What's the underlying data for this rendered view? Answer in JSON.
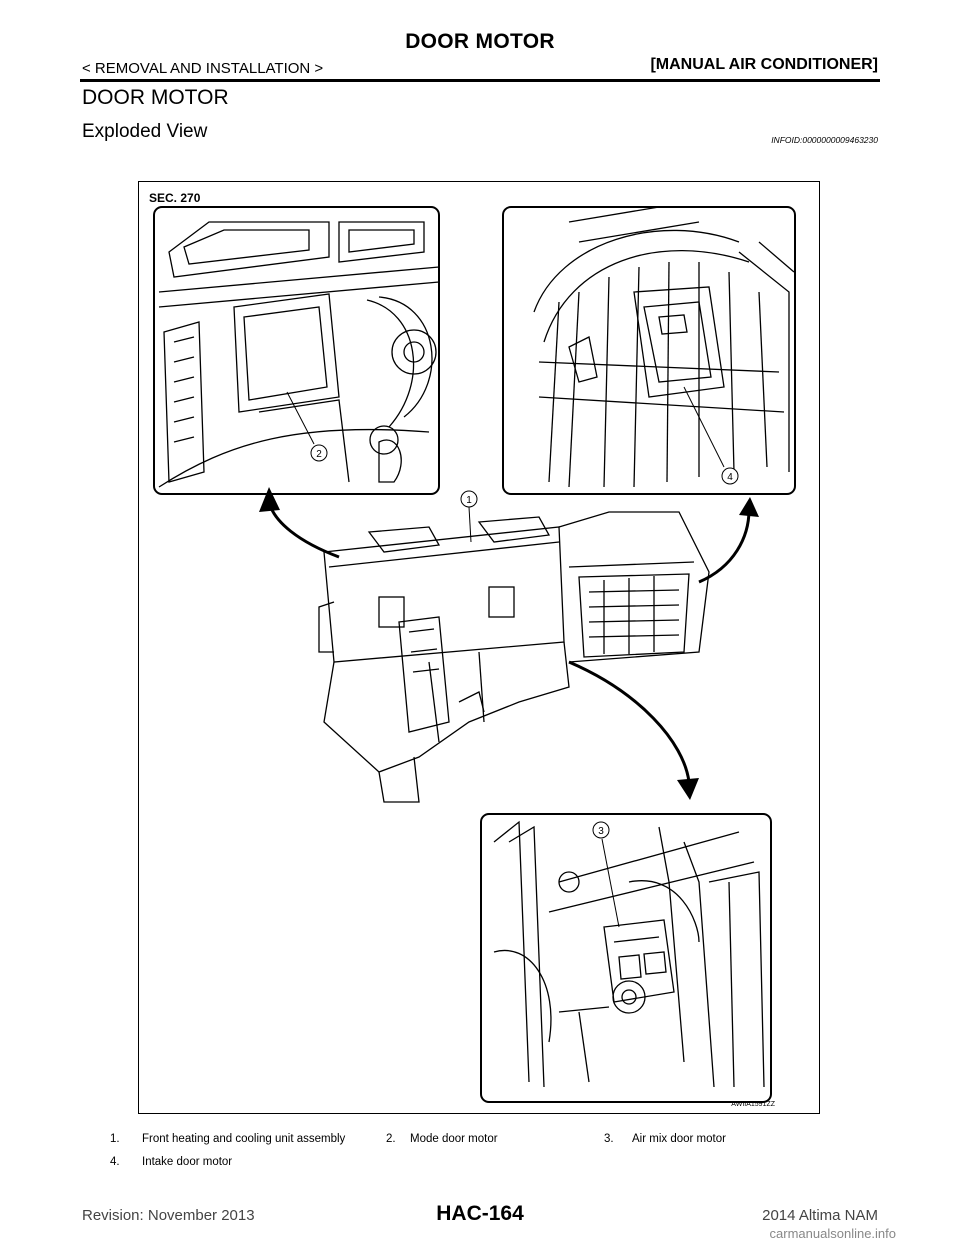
{
  "header": {
    "title": "DOOR MOTOR",
    "section": "< REMOVAL AND INSTALLATION >",
    "system": "[MANUAL AIR CONDITIONER]"
  },
  "section_title": "DOOR MOTOR",
  "subsection": {
    "title": "Exploded View",
    "info_id": "INFOID:0000000009463230"
  },
  "figure": {
    "sec_label": "SEC. 270",
    "code": "AWIIA1591ZZ",
    "callouts": [
      "1",
      "2",
      "3",
      "4"
    ]
  },
  "legend": [
    {
      "num": "1.",
      "text": "Front heating and cooling unit assembly"
    },
    {
      "num": "2.",
      "text": "Mode door motor"
    },
    {
      "num": "3.",
      "text": "Air mix door motor"
    },
    {
      "num": "4.",
      "text": "Intake door motor"
    }
  ],
  "footer": {
    "revision": "Revision: November 2013",
    "page": "HAC-164",
    "model": "2014 Altima NAM",
    "watermark": "carmanualsonline.info"
  }
}
